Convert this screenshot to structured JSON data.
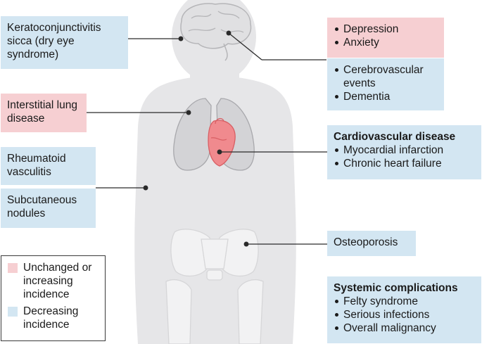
{
  "boxes": {
    "dry_eye": "Keratoconjunctivitis sicca (dry eye syndrome)",
    "mental": [
      "Depression",
      "Anxiety"
    ],
    "neuro": [
      "Cerebrovascular events",
      "Dementia"
    ],
    "ild": "Interstitial lung disease",
    "cardio": {
      "title": "Cardiovascular disease",
      "items": [
        "Myocardial infarction",
        "Chronic heart failure"
      ]
    },
    "vasculitis": "Rheumatoid vasculitis",
    "nodules": "Subcutaneous nodules",
    "osteo": "Osteoporosis",
    "systemic": {
      "title": "Systemic complications",
      "items": [
        "Felty syndrome",
        "Serious infections",
        "Overall malignancy"
      ]
    }
  },
  "legend": {
    "unchanged": "Unchanged or increasing incidence",
    "decreasing": "Decreasing incidence"
  },
  "colors": {
    "unchanged": "#f6cfd2",
    "decreasing": "#d3e6f2",
    "body": "#e6e6e8",
    "organ": "#d3d3d6",
    "heart": "#f08a8e"
  }
}
